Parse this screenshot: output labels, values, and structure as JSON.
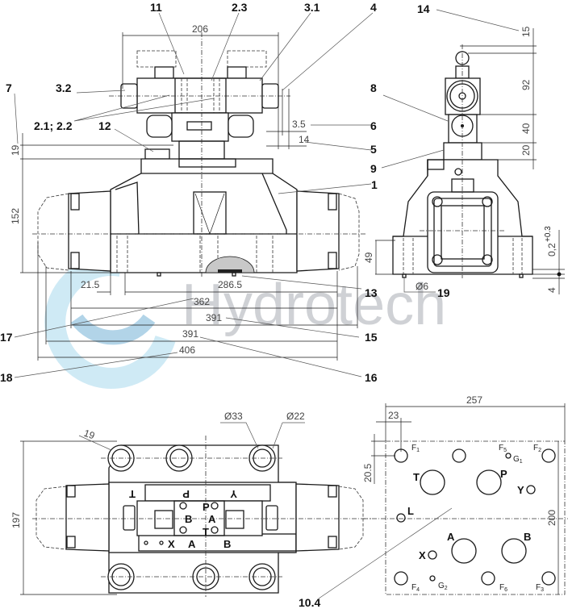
{
  "watermark": {
    "text": "Hydrotech",
    "colors": {
      "ring_light": "#bfe3f2",
      "ring_dark": "#7fb8d8",
      "text": "#a9adb3"
    }
  },
  "callouts": {
    "c11": "11",
    "c2_3": "2.3",
    "c3_1": "3.1",
    "c4": "4",
    "c14": "14",
    "c7": "7",
    "c3_2": "3.2",
    "c8": "8",
    "c2_1_2_2": "2.1; 2.2",
    "c12": "12",
    "c6": "6",
    "c5": "5",
    "c9": "9",
    "c1": "1",
    "c13": "13",
    "c19": "19",
    "c17": "17",
    "c15": "15",
    "c18": "18",
    "c16": "16",
    "c10_4": "10.4"
  },
  "front_view": {
    "dims": {
      "width_top": "206",
      "d3_5": "3.5",
      "d14": "14",
      "d19": "19",
      "d152": "152",
      "d21_5": "21.5",
      "d286_5": "286.5",
      "d362": "362",
      "d391a": "391",
      "d391b": "391",
      "d406": "406"
    }
  },
  "side_view": {
    "dims": {
      "d15": "15",
      "d92": "92",
      "d40": "40",
      "d20": "20",
      "d49": "49",
      "d0_2": "0,2",
      "tol": "+0.3",
      "d4": "4",
      "dia6": "Ø6"
    }
  },
  "plan_view": {
    "dims": {
      "d197": "197",
      "r19": "19",
      "dia33": "Ø33",
      "dia22": "Ø22"
    },
    "port_labels_top": {
      "T": "T",
      "P": "P",
      "Y": "Y"
    },
    "pilot_labels": {
      "P": "P",
      "A": "A",
      "B": "B",
      "T": "T"
    },
    "port_labels_bottom": {
      "X": "X",
      "A": "A",
      "B": "B"
    }
  },
  "interface_view": {
    "dims": {
      "d257": "257",
      "d23": "23",
      "d20_5": "20.5",
      "d200": "200"
    },
    "ports": {
      "T": "T",
      "P": "P",
      "Y": "Y",
      "L": "L",
      "A": "A",
      "B": "B",
      "X": "X"
    },
    "holes": {
      "F1": "F",
      "F1s": "1",
      "F2": "F",
      "F2s": "2",
      "F3": "F",
      "F3s": "3",
      "F4": "F",
      "F4s": "4",
      "F5": "F",
      "F5s": "5",
      "F6": "F",
      "F6s": "6",
      "G1": "G",
      "G1s": "1",
      "G2": "G",
      "G2s": "2"
    }
  }
}
